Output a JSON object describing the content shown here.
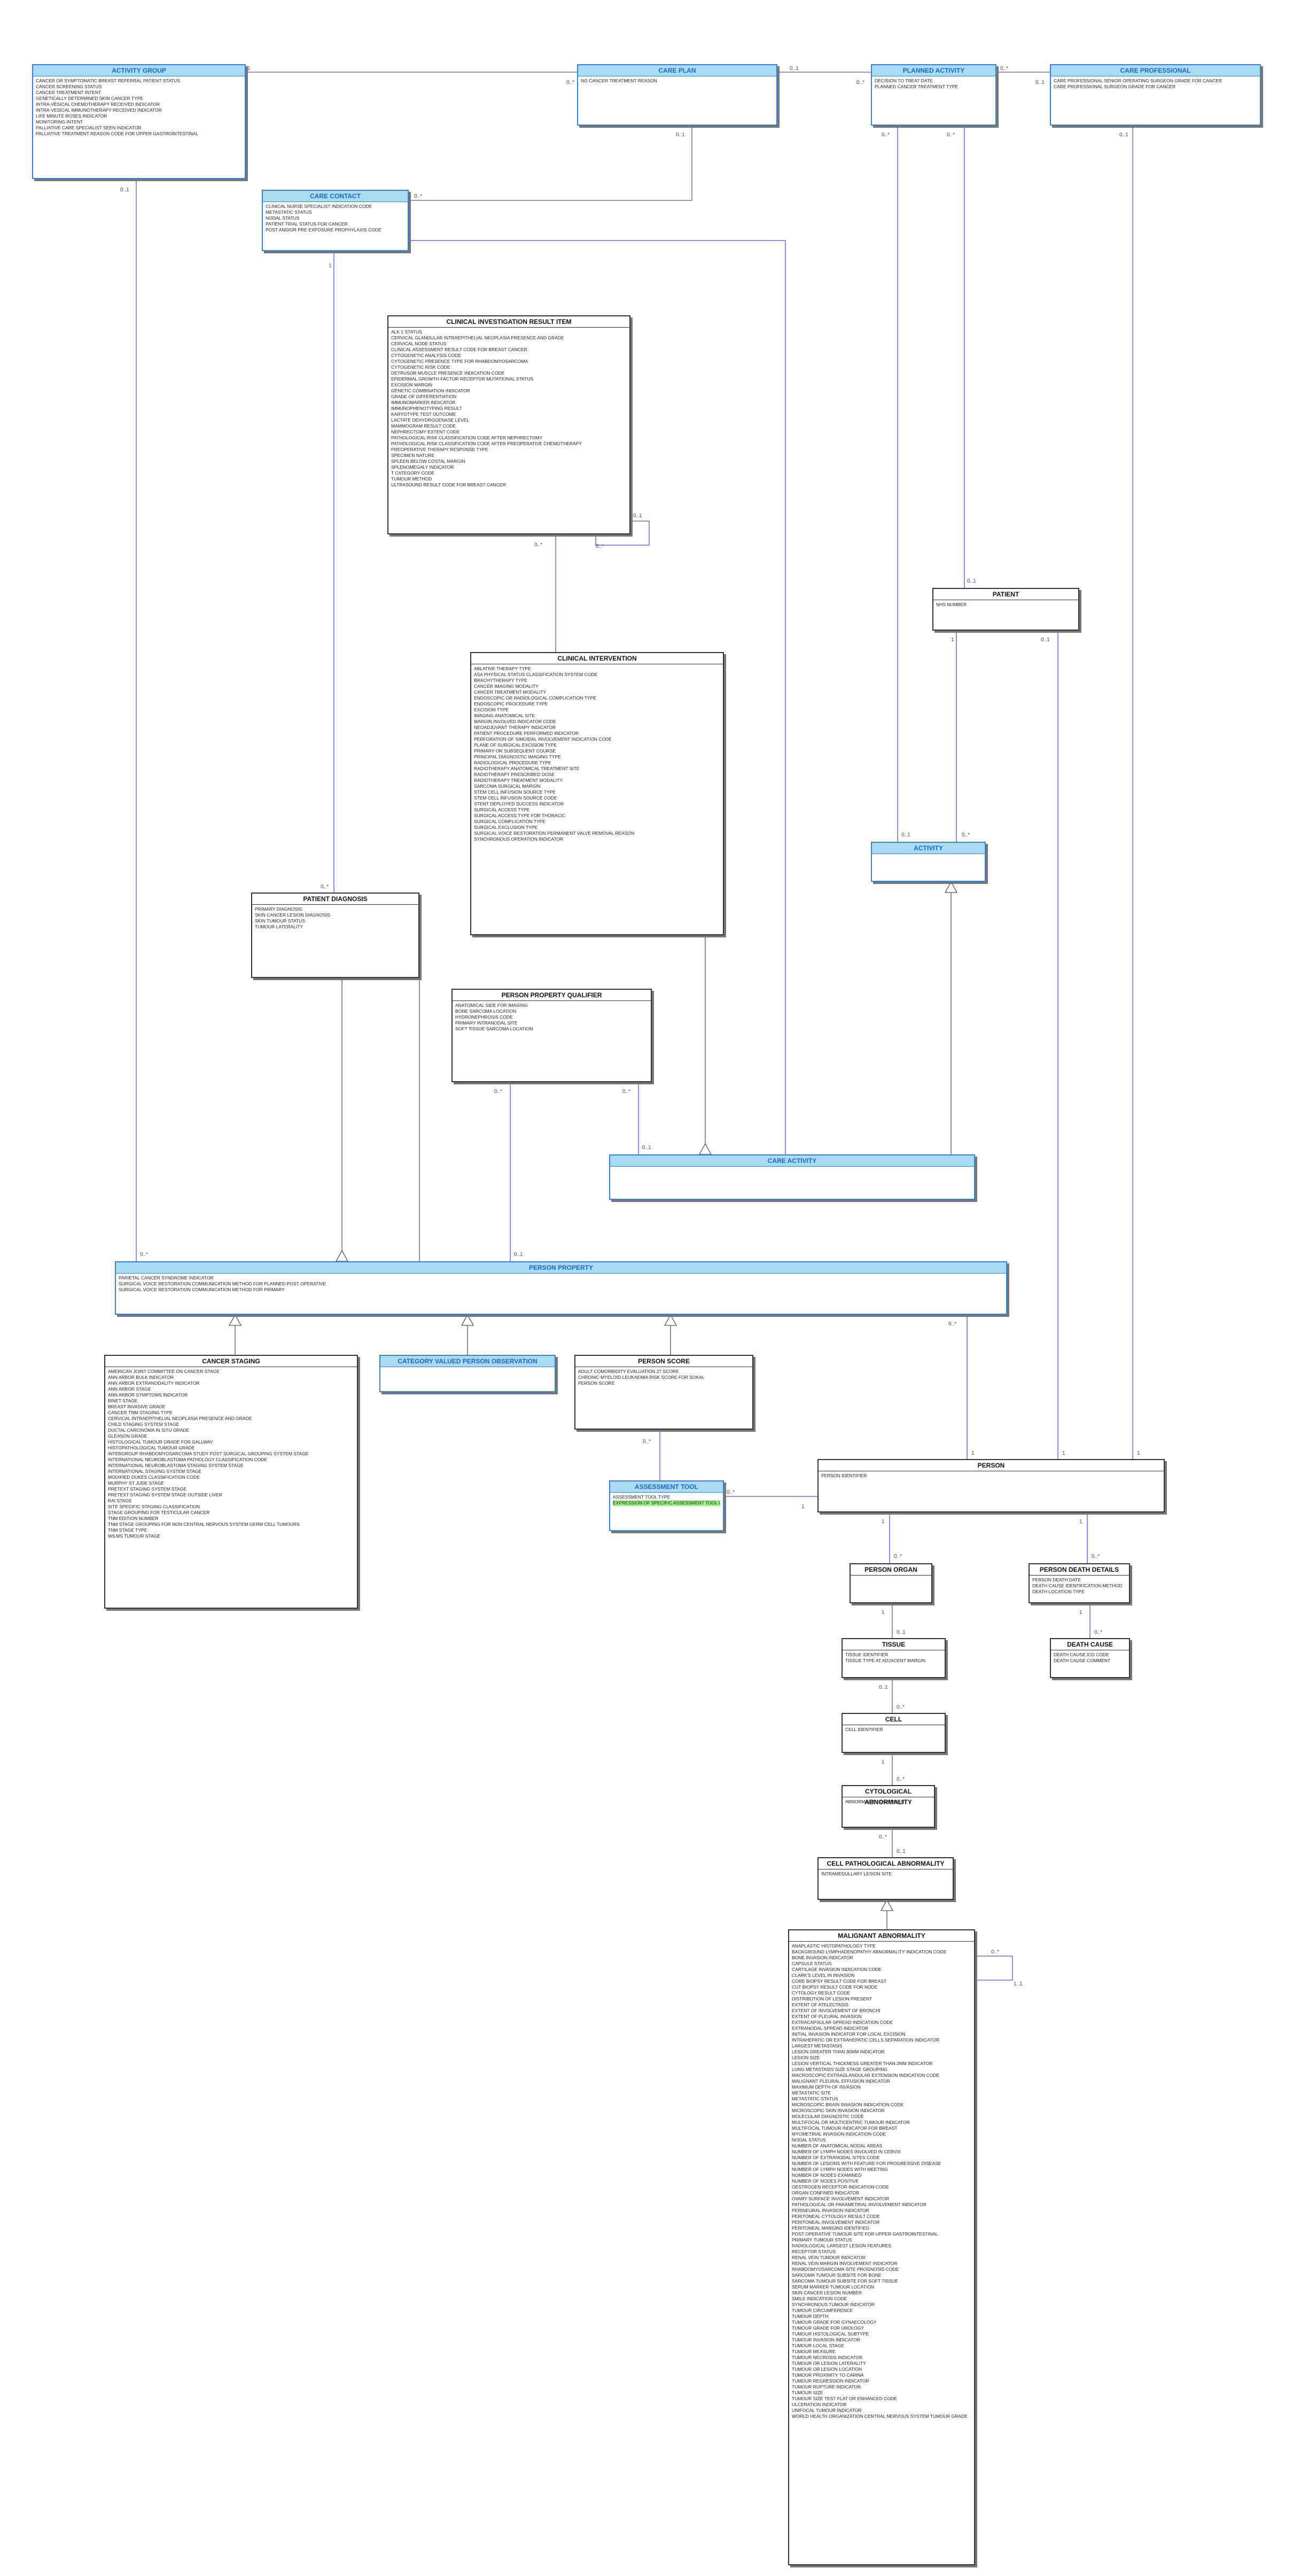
{
  "classes": {
    "activity_group": {
      "name": "ACTIVITY GROUP",
      "attributes": [
        "CANCER OR SYMPTOMATIC BREAST REFERRAL PATIENT STATUS",
        "CANCER SCREENING STATUS",
        "CANCER TREATMENT INTENT",
        "GENETICALLY DETERMINED SKIN CANCER TYPE",
        "INTRA-VESICAL CHEMOTHERAPY RECEIVED INDICATOR",
        "INTRA-VESICAL IMMUNOTHERAPY RECEIVED INDICATOR",
        "LIFE MINUTE ROSES INDICATOR",
        "MONITORING INTENT",
        "PALLIATIVE CARE SPECIALIST SEEN INDICATOR",
        "PALLIATIVE TREATMENT REASON CODE FOR UPPER GASTROINTESTINAL"
      ]
    },
    "care_plan": {
      "name": "CARE PLAN",
      "attributes": [
        "NO CANCER TREATMENT REASON"
      ]
    },
    "planned_activity": {
      "name": "PLANNED ACTIVITY",
      "attributes": [
        "DECISION TO TREAT DATE",
        "PLANNED CANCER TREATMENT TYPE"
      ]
    },
    "care_professional": {
      "name": "CARE PROFESSIONAL",
      "attributes": [
        "CARE PROFESSIONAL SENIOR OPERATING SURGEON GRADE FOR CANCER",
        "CARE PROFESSIONAL SURGEON GRADE FOR CANCER"
      ]
    },
    "care_contact": {
      "name": "CARE CONTACT",
      "attributes": [
        "CLINICAL NURSE SPECIALIST INDICATION CODE",
        "METASTATIC STATUS",
        "NODAL STATUS",
        "PATIENT TRIAL STATUS FOR CANCER",
        "POST AND/OR PRE EXPOSURE PROPHYLAXIS CODE"
      ]
    },
    "clinical_investigation_result_item": {
      "name": "CLINICAL INVESTIGATION RESULT ITEM",
      "attributes": [
        "ALK 1 STATUS",
        "CERVICAL GLANDULAR INTRAEPITHELIAL NEOPLASIA PRESENCE AND GRADE",
        "CERVICAL NODE STATUS",
        "CLINICAL ASSESSMENT RESULT CODE FOR BREAST CANCER",
        "CYTOGENETIC ANALYSIS CODE",
        "CYTOGENETIC PRESENCE TYPE FOR RHABDOMYOSARCOMA",
        "CYTOGENETIC RISK CODE",
        "DETRUSOR MUSCLE PRESENCE INDICATION CODE",
        "EPIDERMAL GROWTH FACTOR RECEPTOR MUTATIONAL STATUS",
        "EXCISION MARGIN",
        "GENETIC COMBINATION INDICATOR",
        "GRADE OF DIFFERENTIATION",
        "IMMUNOMARKER INDICATOR",
        "IMMUNOPHENOTYPING RESULT",
        "KARYOTYPE TEST OUTCOME",
        "LACTATE DEHYDROGENASE LEVEL",
        "MAMMOGRAM RESULT CODE",
        "NEPHRECTOMY EXTENT CODE",
        "PATHOLOGICAL RISK CLASSIFICATION CODE AFTER NEPHRECTOMY",
        "PATHOLOGICAL RISK CLASSIFICATION CODE AFTER PREOPERATIVE CHEMOTHERAPY",
        "PREOPERATIVE THERAPY RESPONSE TYPE",
        "SPECIMEN NATURE",
        "SPLEEN BELOW COSTAL MARGIN",
        "SPLENOMEGALY INDICATOR",
        "T CATEGORY CODE",
        "TUMOUR METHOD",
        "ULTRASOUND RESULT CODE FOR BREAST CANCER"
      ]
    },
    "clinical_intervention": {
      "name": "CLINICAL INTERVENTION",
      "attributes": [
        "ABLATIVE THERAPY TYPE",
        "ASA PHYSICAL STATUS CLASSIFICATION SYSTEM CODE",
        "BRACHYTHERAPY TYPE",
        "CANCER IMAGING MODALITY",
        "CANCER TREATMENT MODALITY",
        "ENDOSCOPIC OR RADIOLOGICAL COMPLICATION TYPE",
        "ENDOSCOPIC PROCEDURE TYPE",
        "EXCISION TYPE",
        "IMAGING ANATOMICAL SITE",
        "MARGIN INVOLVED INDICATOR CODE",
        "NEOADJUVANT THERAPY INDICATOR",
        "PATIENT PROCEDURE PERFORMED INDICATOR",
        "PERFORATION OF SIMOIDAL INVOLVEMENT INDICATION CODE",
        "PLANE OF SURGICAL EXCISION TYPE",
        "PRIMARY OR SUBSEQUENT COURSE",
        "PRINCIPAL DIAGNOSTIC IMAGING TYPE",
        "RADIOLOGICAL PROCEDURE TYPE",
        "RADIOTHERAPY ANATOMICAL TREATMENT SITE",
        "RADIOTHERAPY PRESCRIBED DOSE",
        "RADIOTHERAPY TREATMENT MODALITY",
        "SARCOMA SURGICAL MARGIN",
        "STEM CELL INFUSION SOURCE TYPE",
        "STEM CELL INFUSION SOURCE CODE",
        "STENT DEPLOYED SUCCESS INDICATOR",
        "SURGICAL ACCESS TYPE",
        "SURGICAL ACCESS TYPE FOR THORACIC",
        "SURGICAL COMPLICATION TYPE",
        "SURGICAL EXCLUSION TYPE",
        "SURGICAL VOICE RESTORATION PERMANENT VALVE REMOVAL REASON",
        "SYNCHRONOUS OPERATION INDICATOR"
      ]
    },
    "patient_diagnosis": {
      "name": "PATIENT DIAGNOSIS",
      "attributes": [
        "PRIMARY DIAGNOSIS",
        "SKIN CANCER LESION DIAGNOSIS",
        "SKIN TUMOUR STATUS",
        "TUMOUR LATERALITY"
      ]
    },
    "person_property_qualifier": {
      "name": "PERSON PROPERTY QUALIFIER",
      "attributes": [
        "ANATOMICAL SIDE FOR IMAGING",
        "BONE SARCOMA LOCATION",
        "HYDRONEPHROSIS CODE",
        "PRIMARY INTRANODAL SITE",
        "SOFT TISSUE SARCOMA LOCATION"
      ]
    },
    "patient": {
      "name": "PATIENT",
      "attributes": [
        "NHS NUMBER"
      ]
    },
    "activity": {
      "name": "ACTIVITY",
      "attributes": []
    },
    "care_activity": {
      "name": "CARE ACTIVITY",
      "attributes": []
    },
    "person_property": {
      "name": "PERSON PROPERTY",
      "attributes": [
        "PARIETAL CANCER SYNDROME INDICATOR",
        "SURGICAL VOICE RESTORATION COMMUNICATION METHOD FOR PLANNED POST OPERATIVE",
        "SURGICAL VOICE RESTORATION COMMUNICATION METHOD FOR PRIMARY"
      ]
    },
    "cancer_staging": {
      "name": "CANCER STAGING",
      "attributes": [
        "AMERICAN JOINT COMMITTEE ON CANCER STAGE",
        "ANN ARBOR BULK INDICATOR",
        "ANN ARBOR EXTRANODALITY INDICATOR",
        "ANN ARBOR STAGE",
        "ANN ARBOR SYMPTOMS INDICATOR",
        "BINET STAGE",
        "BREAST INVASIVE GRADE",
        "CANCER TNM STAGING TYPE",
        "CERVICAL INTRAEPITHELIAL NEOPLASIA PRESENCE AND GRADE",
        "CHILD STAGING SYSTEM STAGE",
        "DUCTAL CARCINOMA IN SITU GRADE",
        "GLEASON GRADE",
        "HISTOLOGICAL TUMOUR GRADE FOR GALLWAY",
        "HISTOPATHOLOGICAL TUMOUR GRADE",
        "INTERGROUP RHABDOMYOSARCOMA STUDY POST SURGICAL GROUPING SYSTEM STAGE",
        "INTERNATIONAL NEUROBLASTOMA PATHOLOGY CLASSIFICATION CODE",
        "INTERNATIONAL NEUROBLASTOMA STAGING SYSTEM STAGE",
        "INTERNATIONAL STAGING SYSTEM STAGE",
        "MODIFIED DUKES CLASSIFICATION CODE",
        "MURPHY ST JUDE STAGE",
        "PRETEXT STAGING SYSTEM STAGE",
        "PRETEXT STAGING SYSTEM STAGE OUTSIDE LIVER",
        "RAI STAGE",
        "SITE SPECIFIC STAGING CLASSIFICATION",
        "STAGE GROUPING FOR TESTICULAR CANCER",
        "TNM EDITION NUMBER",
        "TNM STAGE GROUPING FOR NON CENTRAL NERVOUS SYSTEM GERM CELL TUMOURS",
        "TNM STAGE TYPE",
        "WILMS TUMOUR STAGE"
      ]
    },
    "category_valued_person_observation": {
      "name": "CATEGORY VALUED PERSON OBSERVATION",
      "attributes": []
    },
    "person_score": {
      "name": "PERSON SCORE",
      "attributes": [
        "ADULT COMORBIDITY EVALUATION 27 SCORE",
        "CHRONIC MYELOID LEUKAEMIA RISK SCORE FOR SOKAL",
        "PERSON SCORE"
      ]
    },
    "assessment_tool": {
      "name": "ASSESSMENT TOOL",
      "attributes": [
        "ASSESSMENT TOOL TYPE",
        "EXPRESSION OF SPECIFIC ASSESSMENT TOOL USAGE"
      ]
    },
    "person": {
      "name": "PERSON",
      "attributes": [
        "PERSON IDENTIFIER"
      ]
    },
    "person_organ": {
      "name": "PERSON ORGAN",
      "attributes": []
    },
    "person_death_details": {
      "name": "PERSON DEATH DETAILS",
      "attributes": [
        "PERSON DEATH DATE",
        "DEATH CAUSE IDENTIFICATION METHOD",
        "DEATH LOCATION TYPE"
      ]
    },
    "tissue": {
      "name": "TISSUE",
      "attributes": [
        "TISSUE IDENTIFIER",
        "TISSUE TYPE AT ADJACENT MARGIN"
      ]
    },
    "death_cause": {
      "name": "DEATH CAUSE",
      "attributes": [
        "DEATH CAUSE ICD CODE",
        "DEATH CAUSE COMMENT"
      ]
    },
    "cell": {
      "name": "CELL",
      "attributes": [
        "CELL IDENTIFIER"
      ]
    },
    "cytological_abnormality": {
      "name": "CYTOLOGICAL ABNORMALITY",
      "attributes": [
        "ABNORMALITY IDENTIFIER"
      ]
    },
    "cell_pathological_abnormality": {
      "name": "CELL PATHOLOGICAL ABNORMALITY",
      "attributes": [
        "INTRAMEDULLARY LESION SITE"
      ]
    },
    "malignant_abnormality": {
      "name": "MALIGNANT ABNORMALITY",
      "attributes": [
        "ANAPLASTIC HISTOPATHOLOGY TYPE",
        "BACKGROUND LYMPHADENOPATHY ABNORMALITY INDICATION CODE",
        "BONE INVASION INDICATOR",
        "CAPSULE STATUS",
        "CARTILAGE INVASION INDICATION CODE",
        "CLARK'S LEVEL IN INVASION",
        "CORE BIOPSY RESULT CODE FOR BREAST",
        "CUT BIOPSY RESULT CODE FOR NODE",
        "CYTOLOGY RESULT CODE",
        "DISTRIBUTION OF LESION PRESENT",
        "EXTENT OF ATELECTASIS",
        "EXTENT OF INVOLVEMENT OF BRONCHI",
        "EXTENT OF PLEURAL INVASION",
        "EXTRACAPSULAR SPREAD INDICATION CODE",
        "EXTRANODAL SPREAD INDICATOR",
        "INITIAL INVASION INDICATOR FOR LOCAL EXCISION",
        "INTRAHEPATIC OR EXTRAHEPATIC CELLS SEPARATION INDICATOR",
        "LARGEST METASTASIS",
        "LESION GREATER THAN 30MM INDICATOR",
        "LESION SIZE",
        "LESION VERTICAL THICKNESS GREATER THAN 2MM INDICATOR",
        "LUNG METASTASIS SIZE STAGE GROUPING",
        "MACROSCOPIC EXTRAGLANDULAR EXTENSION INDICATION CODE",
        "MALIGNANT PLEURAL EFFUSION INDICATOR",
        "MAXIMUM DEPTH OF INVASION",
        "METASTATIC SITE",
        "METASTATIC STATUS",
        "MICROSCOPIC BRAIN INVASION INDICATION CODE",
        "MICROSCOPIC SKIN INVASION INDICATOR",
        "MOLECULAR DIAGNOSTIC CODE",
        "MULTIFOCAL OR MULTICENTRIC TUMOUR INDICATOR",
        "MULTIFOCAL TUMOUR INDICATOR FOR BREAST",
        "MYOMETRIAL INVASION INDICATION CODE",
        "NODAL STATUS",
        "NUMBER OF ANATOMICAL NODAL AREAS",
        "NUMBER OF LYMPH NODES INVOLVED IN CERVIX",
        "NUMBER OF EXTRANODAL SITES CODE",
        "NUMBER OF LESIONS WITH FEATURE FOR PROGRESSIVE DISEASE",
        "NUMBER OF LYMPH NODES WITH MEETING",
        "NUMBER OF NODES EXAMINED",
        "NUMBER OF NODES POSITIVE",
        "OESTROGEN RECEPTOR INDICATION CODE",
        "ORGAN CONFINED INDICATOR",
        "OVARY SURFACE INVOLVEMENT INDICATOR",
        "PATHOLOGICAL OR PARAMETRIAL INVOLVEMENT INDICATOR",
        "PERINEURAL INVASION INDICATOR",
        "PERITONEAL CYTOLOGY RESULT CODE",
        "PERITONEAL INVOLVEMENT INDICATOR",
        "PERITONEAL MARGINS IDENTIFIED",
        "POST OPERATIVE TUMOUR SITE FOR UPPER GASTROINTESTINAL",
        "PRIMARY TUMOUR STATUS",
        "RADIOLOGICAL LARGEST LESION FEATURES",
        "RECEPTOR STATUS",
        "RENAL VEIN TUMOUR INDICATOR",
        "RENAL VEIN MARGIN INVOLVEMENT INDICATOR",
        "RHABDOMYOSARCOMA SITE PROGNOSIS CODE",
        "SARCOMA TUMOUR SUBSITE FOR BONE",
        "SARCOMA TUMOUR SUBSITE FOR SOFT TISSUE",
        "SERUM MARKER TUMOUR LOCATION",
        "SKIN CANCER LESION NUMBER",
        "SMILE INDICATION CODE",
        "SYNCHRONOUS TUMOUR INDICATOR",
        "TUMOUR CIRCUMFERENCE",
        "TUMOUR DEPTH",
        "TUMOUR GRADE FOR GYNAECOLOGY",
        "TUMOUR GRADE FOR UROLOGY",
        "TUMOUR HISTOLOGICAL SUBTYPE",
        "TUMOUR INVASION INDICATOR",
        "TUMOUR LOCAL STAGE",
        "TUMOUR MEASURE",
        "TUMOUR NECROSIS INDICATOR",
        "TUMOUR OR LESION LATERALITY",
        "TUMOUR OR LESION LOCATION",
        "TUMOUR PROXIMITY TO CARINA",
        "TUMOUR REGRESSION INDICATOR",
        "TUMOUR RUPTURE INDICATOR",
        "TUMOUR SIZE",
        "TUMOUR SIZE TEST FLAT OR ENHANCED CODE",
        "ULCERATION INDICATOR",
        "UNIFOCAL TUMOUR INDICATOR",
        "WORLD HEALTH ORGANIZATION CENTRAL NERVOUS SYSTEM TUMOUR GRADE"
      ]
    }
  },
  "multiplicities": {
    "ag_cp_left": "1",
    "ag_cp_right": "0..*",
    "cp_pa_left": "0..1",
    "cp_pa_right": "0..*",
    "pa_prof_left": "0..*",
    "pa_prof_right": "0..1",
    "cp_contact": "0..1",
    "contact_mid": "0..*",
    "ag_pp": "0..1",
    "ag_pp_end": "0..*",
    "pa_act": "0..*",
    "pa_patient": "0..*",
    "prof_person": "0..1",
    "prof_person_end": "1",
    "contact_diag": "1",
    "diag_end": "0..*",
    "cir_self_a": "0..1",
    "cir_self_b": "0..*",
    "cir_ci": "0..*",
    "patient_act": "1",
    "patient_person": "0..1",
    "act_end": "0..1",
    "act_end2": "0..*",
    "ppq_pp": "0..*",
    "ppq_ca_a": "0..*",
    "ppq_ca_b": "0..1",
    "pp_end": "0..1",
    "pp_person": "0..*",
    "pp_person_end": "1",
    "score_tool": "0..*",
    "tool_person_a": "0..*",
    "tool_person_b": "1",
    "person_organ_a": "1",
    "person_organ_b": "0..*",
    "person_death_a": "1",
    "person_death_b": "0..*",
    "organ_tissue_a": "1",
    "organ_tissue_b": "0..1",
    "death_cause_a": "1",
    "death_cause_b": "0..*",
    "tissue_cell_a": "0..1",
    "tissue_cell_b": "0..*",
    "cell_cyto_a": "1",
    "cell_cyto_b": "0..*",
    "cyto_cpa_a": "0..*",
    "cyto_cpa_b": "0..1",
    "ma_self_a": "0..*",
    "ma_self_b": "1..1"
  },
  "colors": {
    "class_header_fill": "#a8dcf5",
    "class_header_text": "#1e63c4",
    "association_line": "#4f4fcf",
    "highlight": "#9cf08a"
  }
}
